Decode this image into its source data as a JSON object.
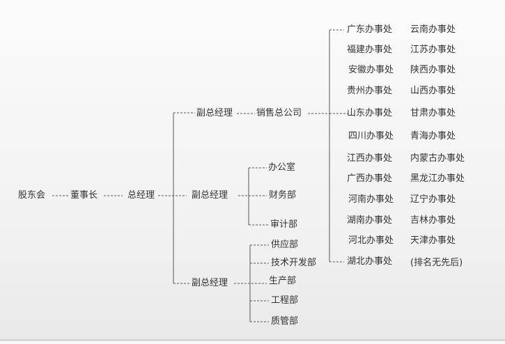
{
  "root": "股东会",
  "board": "董事长",
  "gm": "总经理",
  "vp_sales": "副总经理",
  "vp_admin": "副总经理",
  "vp_prod": "副总经理",
  "sales_co": "销售总公司",
  "admin_depts": [
    "办公室",
    "财务部",
    "审计部"
  ],
  "prod_depts": [
    "供应部",
    "技术开发部",
    "生产部",
    "工程部",
    "质管部"
  ],
  "offices_left": [
    "广东办事处",
    "福建办事处",
    "安徽办事处",
    "贵州办事处",
    "山东办事处",
    "四川办事处",
    "江西办事处",
    "广西办事处",
    "河南办事处",
    "湖南办事处",
    "河北办事处",
    "湖北办事处"
  ],
  "offices_right": [
    "云南办事处",
    "江苏办事处",
    "陕西办事处",
    "山西办事处",
    "甘肃办事处",
    "青海办事处",
    "内蒙古办事处",
    "黑龙江办事处",
    "辽宁办事处",
    "吉林办事处",
    "天津办事处",
    "(排名无先后)"
  ]
}
